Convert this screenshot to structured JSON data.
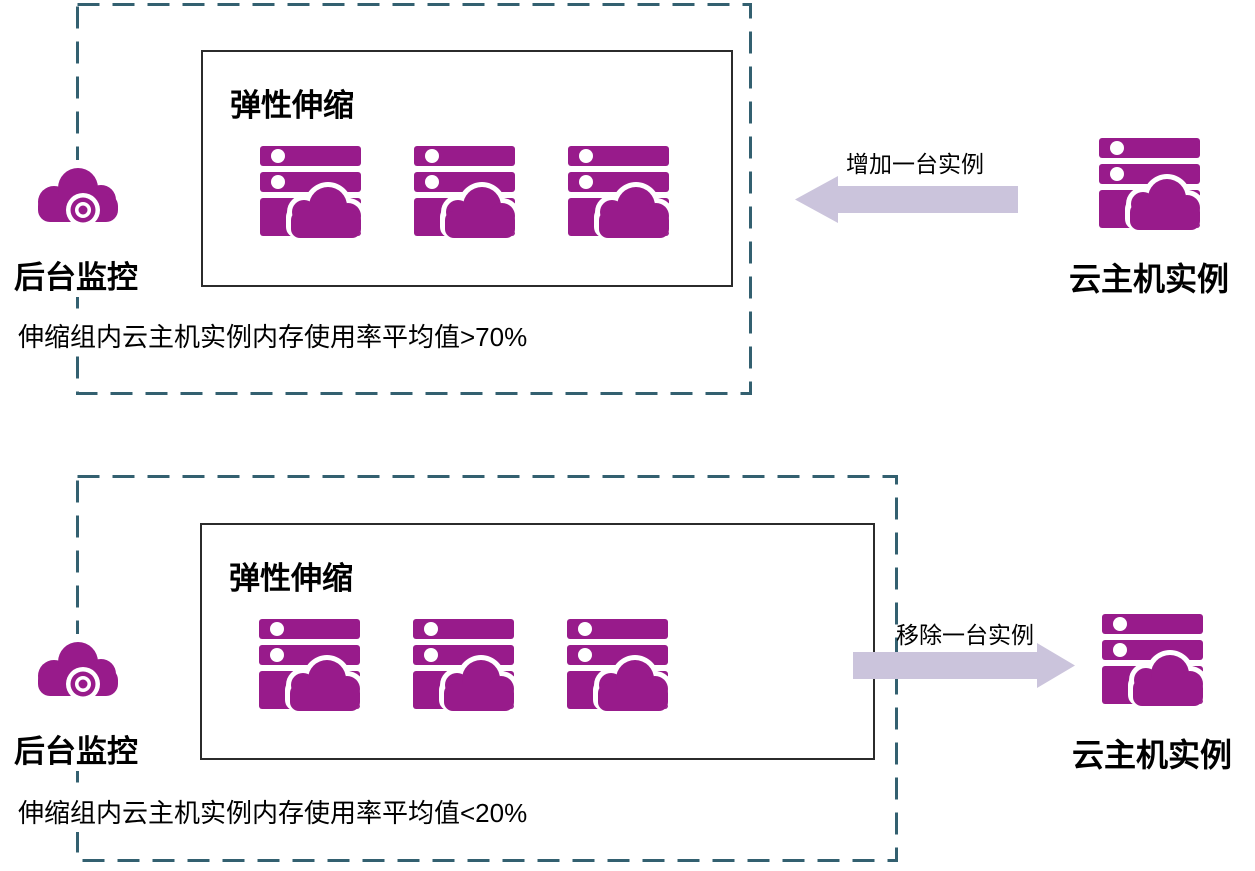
{
  "diagram_title": "elastic-scaling-flow",
  "colors": {
    "icon_purple": "#981B8B",
    "dashed_border_teal": "#336070",
    "arrow_lavender": "#CBC4DC",
    "solid_box_border": "#2B2B2B",
    "text_black": "#000000"
  },
  "scale_out": {
    "monitor_label": "后台监控",
    "group_title": "弹性伸缩",
    "instance_count": 3,
    "condition": "伸缩组内云主机实例内存使用率平均值>70%",
    "action_label": "增加一台实例",
    "arrow_direction": "left",
    "instance_label": "云主机实例"
  },
  "scale_in": {
    "monitor_label": "后台监控",
    "group_title": "弹性伸缩",
    "instance_count": 3,
    "condition": "伸缩组内云主机实例内存使用率平均值<20%",
    "action_label": "移除一台实例",
    "arrow_direction": "right",
    "instance_label": "云主机实例"
  }
}
